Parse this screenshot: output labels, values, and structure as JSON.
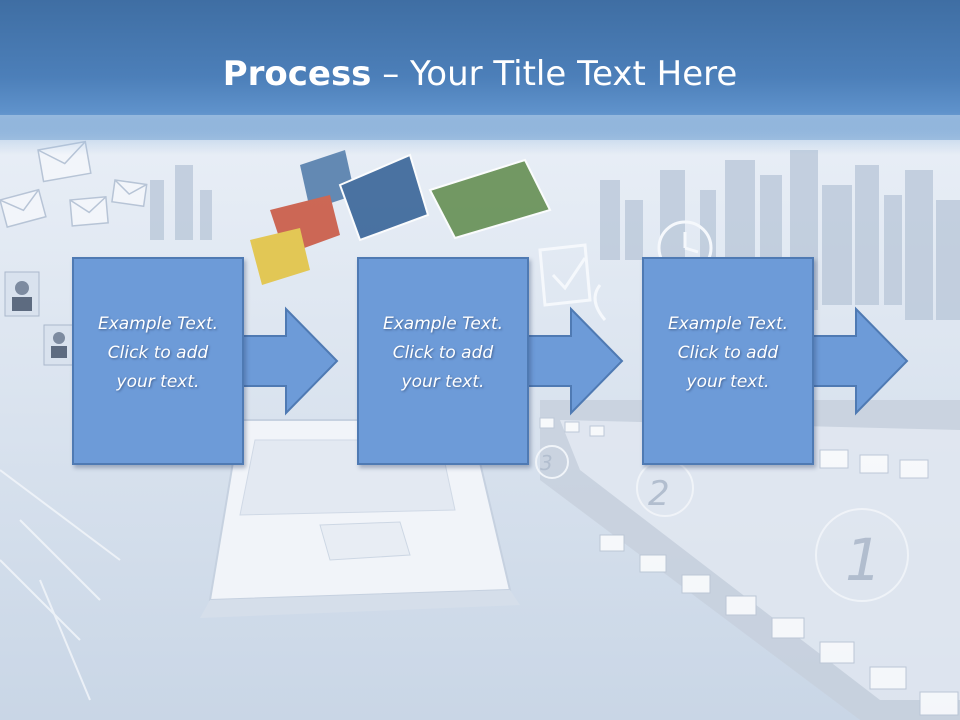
{
  "slide": {
    "title_bold": "Process",
    "title_rest": " – Your Title Text Here"
  },
  "steps": [
    {
      "line1": "Example Text.",
      "line2": "Click  to add",
      "line3": "your text."
    },
    {
      "line1": "Example Text.",
      "line2": "Click  to add",
      "line3": "your text."
    },
    {
      "line1": "Example Text.",
      "line2": "Click  to add",
      "line3": "your text."
    }
  ],
  "film_numbers": [
    "3",
    "2",
    "1"
  ],
  "colors": {
    "header": "#4c7fb9",
    "box_fill": "#6d9bd8",
    "box_border": "#4f7ab3",
    "title_text": "#ffffff"
  }
}
